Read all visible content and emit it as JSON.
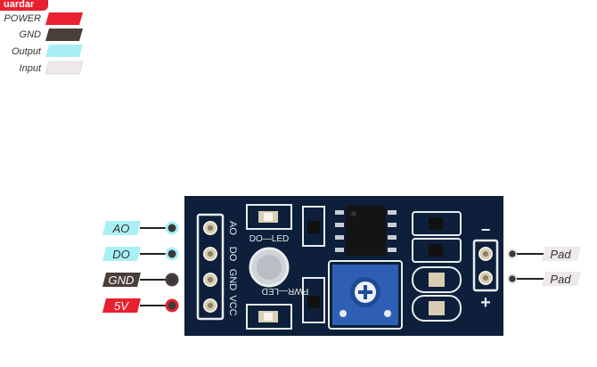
{
  "header": {
    "text": "uardar"
  },
  "legend": {
    "items": [
      {
        "label": "POWER",
        "color": "#e8202f"
      },
      {
        "label": "GND",
        "color": "#4a3f3a"
      },
      {
        "label": "Output",
        "color": "#a9f0f4"
      },
      {
        "label": "Input",
        "color": "#eeeaea"
      }
    ]
  },
  "module": {
    "board_color": "#0d1f3a",
    "silk_pins": [
      "AO",
      "DO",
      "GND",
      "VCC"
    ],
    "led_label_top": "DO—LED",
    "led_label_bottom": "PWR—LED",
    "minus": "−",
    "plus": "+"
  },
  "pins_left": [
    {
      "label": "AO",
      "kind": "Output"
    },
    {
      "label": "DO",
      "kind": "Output"
    },
    {
      "label": "GND",
      "kind": "GND"
    },
    {
      "label": "5V",
      "kind": "POWER"
    }
  ],
  "pins_right": [
    {
      "label": "Pad",
      "kind": "Input"
    },
    {
      "label": "Pad",
      "kind": "Input"
    }
  ]
}
